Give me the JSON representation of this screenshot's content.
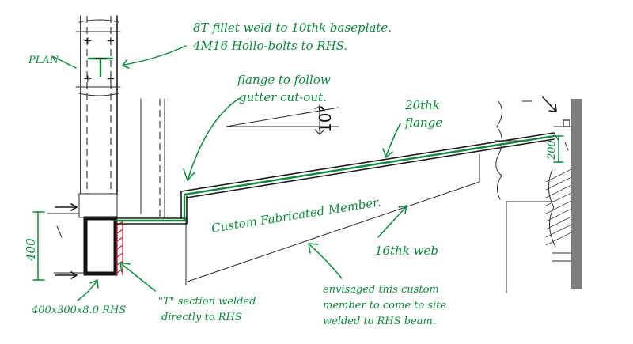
{
  "labels": {
    "plan": "PLAN",
    "weld_note_line1": "8T fillet weld to 10thk baseplate.",
    "weld_note_line2": "4M16 Hollo-bolts to RHS.",
    "flange_follow_line1": "flange to follow",
    "flange_follow_line2": "gutter cut-out.",
    "angle": "10°",
    "flange_20": "20thk",
    "flange_word": "flange",
    "dim_200": "200",
    "dim_400": "400",
    "member": "Custom Fabricated Member.",
    "web": "16thk web",
    "rhs": "400x300x8.0 RHS",
    "tsection_line1": "\"T\" section welded",
    "tsection_line2": "directly to RHS",
    "envisaged_line1": "envisaged this custom",
    "envisaged_line2": "member to come to site",
    "envisaged_line3": "welded to RHS beam."
  },
  "colors": {
    "ink": "#1a1a1a",
    "markup": "#0b8a3a",
    "hatch": "#d81e3a"
  }
}
